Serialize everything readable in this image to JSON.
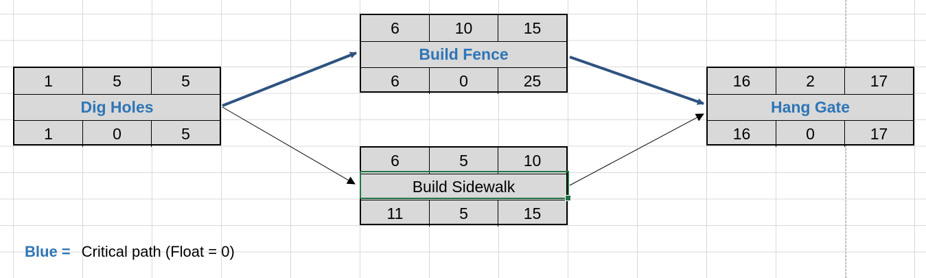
{
  "nodes": {
    "dig_holes": {
      "name": "Dig Holes",
      "critical": true,
      "top": [
        "1",
        "5",
        "5"
      ],
      "bottom": [
        "1",
        "0",
        "5"
      ]
    },
    "build_fence": {
      "name": "Build Fence",
      "critical": true,
      "top": [
        "6",
        "10",
        "15"
      ],
      "bottom": [
        "6",
        "0",
        "25"
      ]
    },
    "build_sidewalk": {
      "name": "Build Sidewalk",
      "critical": false,
      "top": [
        "6",
        "5",
        "10"
      ],
      "bottom": [
        "11",
        "5",
        "15"
      ]
    },
    "hang_gate": {
      "name": "Hang Gate",
      "critical": true,
      "top": [
        "16",
        "2",
        "17"
      ],
      "bottom": [
        "16",
        "0",
        "17"
      ]
    }
  },
  "edges": [
    {
      "from": "dig_holes",
      "to": "build_fence",
      "critical": true
    },
    {
      "from": "dig_holes",
      "to": "build_sidewalk",
      "critical": false
    },
    {
      "from": "build_fence",
      "to": "hang_gate",
      "critical": true
    },
    {
      "from": "build_sidewalk",
      "to": "hang_gate",
      "critical": false
    }
  ],
  "legend": {
    "key": "Blue =",
    "description": "Critical path (Float = 0)"
  },
  "colors": {
    "critical": "#2e75b6",
    "critical_arrow": "#2f5380",
    "node_fill": "#d9d9d9",
    "selection": "#217346"
  }
}
